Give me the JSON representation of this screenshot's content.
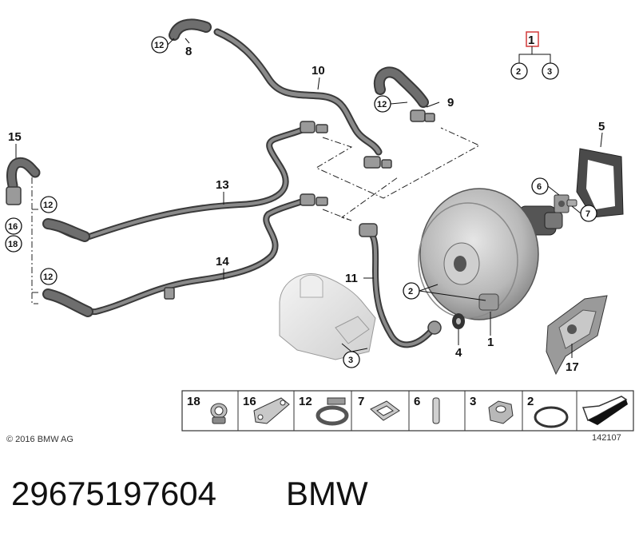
{
  "diagram": {
    "part_labels": {
      "p1_top": "1",
      "p2_top": "2",
      "p3_top": "3",
      "p5": "5",
      "p6": "6",
      "p7": "7",
      "p8": "8",
      "p9": "9",
      "p10": "10",
      "p11": "11",
      "p12_a": "12",
      "p12_b": "12",
      "p12_c": "12",
      "p12_d": "12",
      "p13": "13",
      "p14": "14",
      "p15": "15",
      "p16": "16",
      "p18": "18",
      "p2_mid": "2",
      "p3_mid": "3",
      "p4": "4",
      "p1_mid": "1",
      "p17": "17"
    },
    "legend": {
      "items": [
        {
          "label": "18",
          "icon": "clip-clamp-icon"
        },
        {
          "label": "16",
          "icon": "bracket-plate-icon"
        },
        {
          "label": "12",
          "icon": "hose-clamp-icon"
        },
        {
          "label": "7",
          "icon": "spring-clip-icon"
        },
        {
          "label": "6",
          "icon": "pin-icon"
        },
        {
          "label": "3",
          "icon": "hex-nut-icon"
        },
        {
          "label": "2",
          "icon": "o-ring-icon"
        },
        {
          "label": "",
          "icon": "arrow-icon"
        }
      ]
    },
    "copyright": "© 2016 BMW AG",
    "diagram_number": "142107"
  },
  "footer": {
    "part_number": "29675197604",
    "brand": "BMW"
  },
  "colors": {
    "hose": "#7a7a7a",
    "hose_edge": "#3a3a3a",
    "highlight": "#d23a3a",
    "booster": "#b9b9b9"
  }
}
